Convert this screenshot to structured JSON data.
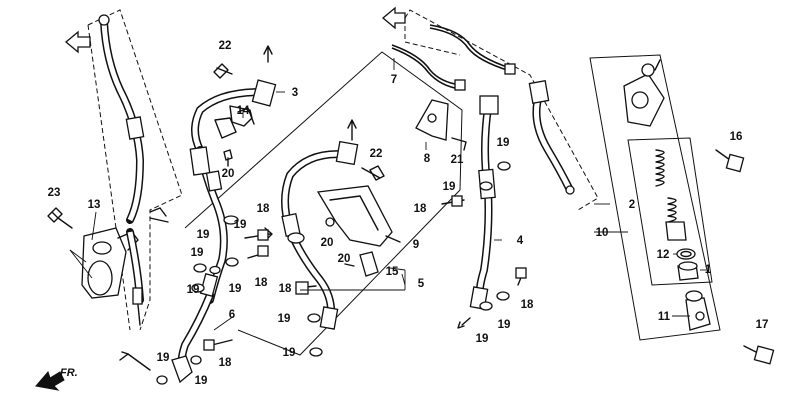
{
  "diagram": {
    "direction_label": "FR.",
    "callouts": {
      "c1": "1",
      "c2": "2",
      "c3": "3",
      "c4": "4",
      "c5": "5",
      "c6": "6",
      "c7": "7",
      "c8": "8",
      "c9": "9",
      "c10": "10",
      "c11": "11",
      "c12": "12",
      "c13": "13",
      "c14": "14",
      "c15": "15",
      "c16": "16",
      "c17": "17",
      "c18a": "18",
      "c18b": "18",
      "c18c": "18",
      "c18d": "18",
      "c18e": "18",
      "c18f": "18",
      "c19a": "19",
      "c19b": "19",
      "c19c": "19",
      "c19d": "19",
      "c19e": "19",
      "c19f": "19",
      "c19g": "19",
      "c19h": "19",
      "c19i": "19",
      "c19j": "19",
      "c19k": "19",
      "c19l": "19",
      "c19m": "19",
      "c20a": "20",
      "c20b": "20",
      "c20c": "20",
      "c21": "21",
      "c22a": "22",
      "c22b": "22",
      "c23": "23"
    }
  }
}
